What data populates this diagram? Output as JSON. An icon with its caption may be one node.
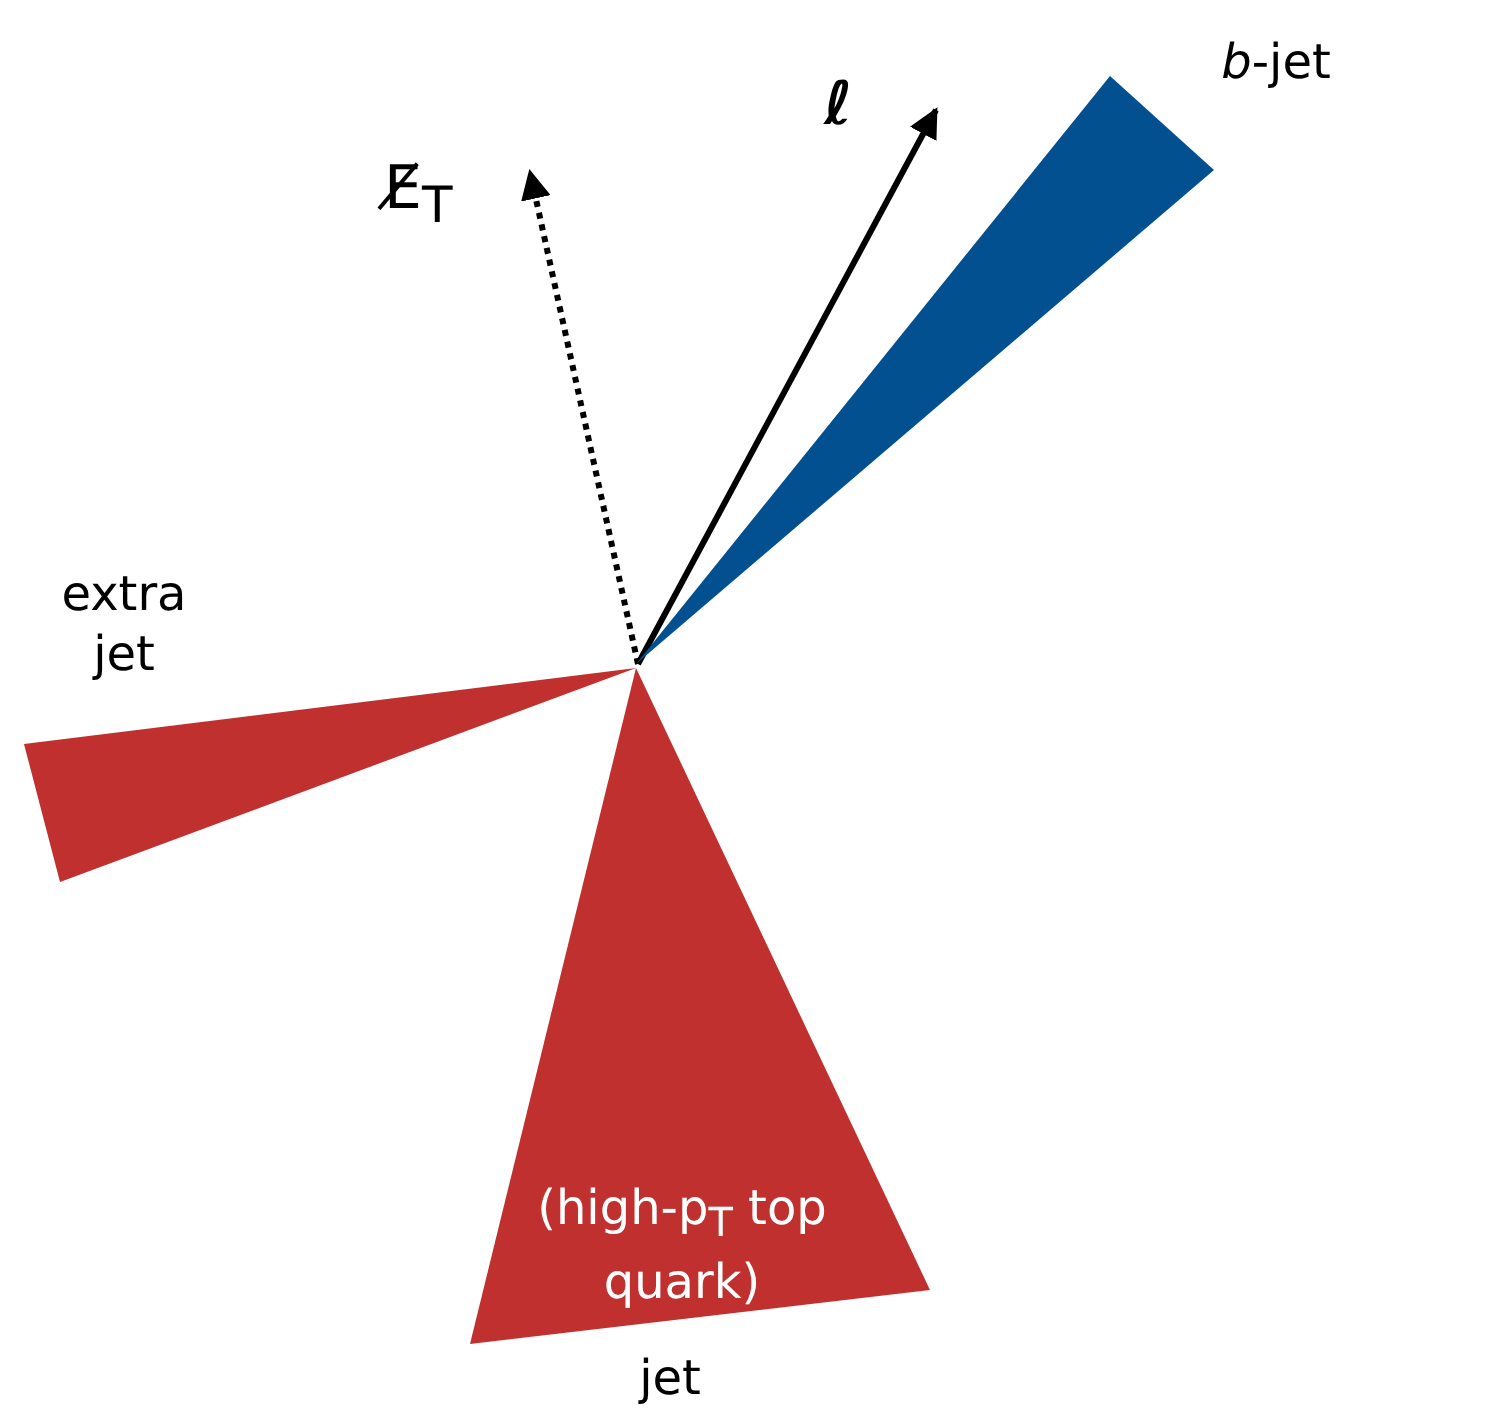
{
  "diagram": {
    "nodes": [
      {
        "text": [
          "*b*-jet"
        ]
      },
      {
        "text": [
          "extra jet"
        ]
      },
      {
        "text": [
          "(high-p$_{T}$ top quark)",
          "jet"
        ]
      }
    ],
    "labels": [
      "E̸$_{T}$",
      "ℓ"
    ]
  }
}
